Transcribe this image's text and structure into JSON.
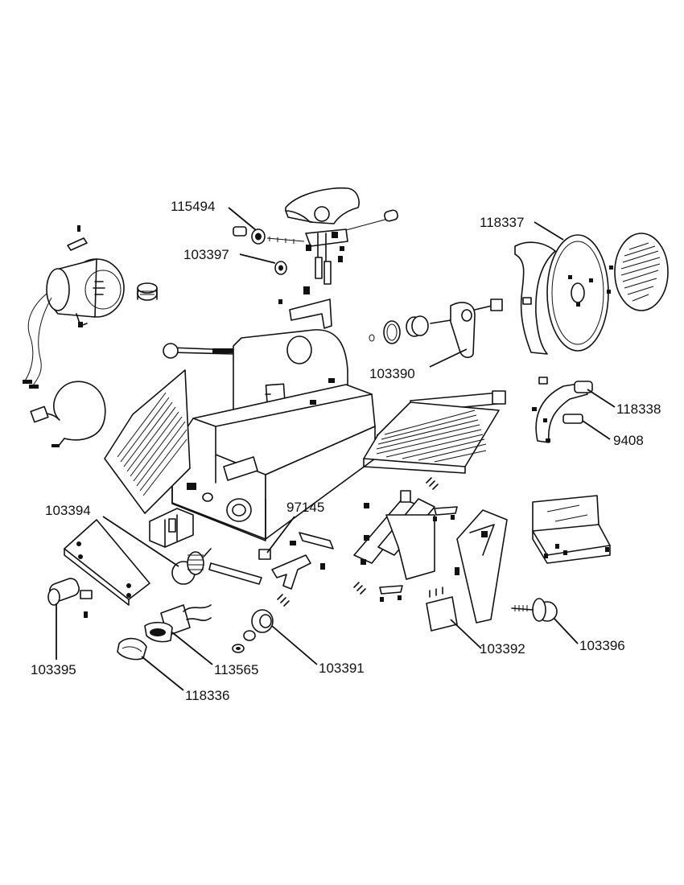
{
  "parts": {
    "p115494": "115494",
    "p103397": "103397",
    "p118337": "118337",
    "p103390": "103390",
    "p118338": "118338",
    "p9408": "9408",
    "p103394": "103394",
    "p97145": "97145",
    "p103395": "103395",
    "p113565": "113565",
    "p103391": "103391",
    "p103392": "103392",
    "p103396": "103396",
    "p118336": "118336"
  }
}
